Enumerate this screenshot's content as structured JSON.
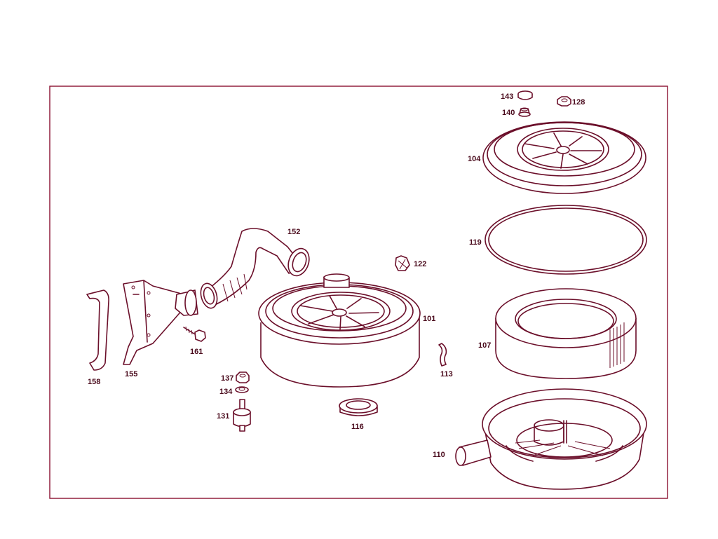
{
  "diagram": {
    "parts": [
      {
        "id": "part-101",
        "number": "101"
      },
      {
        "id": "part-104",
        "number": "104"
      },
      {
        "id": "part-107",
        "number": "107"
      },
      {
        "id": "part-110",
        "number": "110"
      },
      {
        "id": "part-113",
        "number": "113"
      },
      {
        "id": "part-116",
        "number": "116"
      },
      {
        "id": "part-119",
        "number": "119"
      },
      {
        "id": "part-122",
        "number": "122"
      },
      {
        "id": "part-128",
        "number": "128"
      },
      {
        "id": "part-131",
        "number": "131"
      },
      {
        "id": "part-134",
        "number": "134"
      },
      {
        "id": "part-137",
        "number": "137"
      },
      {
        "id": "part-140",
        "number": "140"
      },
      {
        "id": "part-143",
        "number": "143"
      },
      {
        "id": "part-152",
        "number": "152"
      },
      {
        "id": "part-155",
        "number": "155"
      },
      {
        "id": "part-158",
        "number": "158"
      },
      {
        "id": "part-161",
        "number": "161"
      }
    ],
    "colors": {
      "line": "#6b0f2a",
      "label": "#4a0a1c",
      "frame": "#8a1030"
    }
  }
}
